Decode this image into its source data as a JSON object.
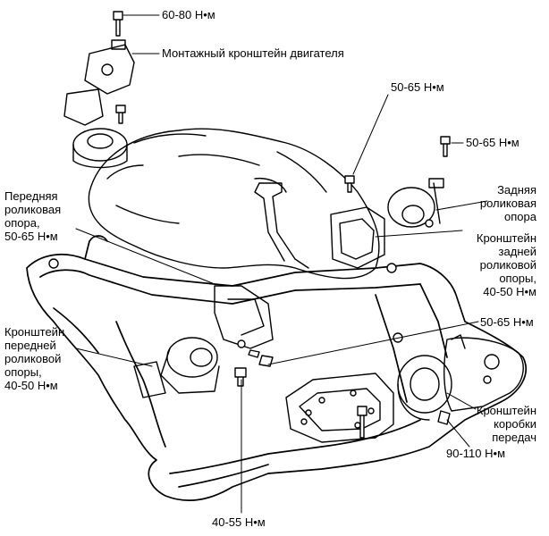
{
  "labels": {
    "torque_60_80": "60-80 Н•м",
    "engine_mount_bracket": "Монтажный кронштейн двигателя",
    "torque_top_center": "50-65 Н•м",
    "torque_top_right": "50-65 Н•м",
    "rear_roller_mount": [
      "Задняя",
      "роликовая",
      "опора"
    ],
    "rear_roller_bracket": [
      "Кронштейн",
      "задней",
      "роликовой",
      "опоры,",
      "40-50 Н•м"
    ],
    "front_roller_mount": [
      "Передняя",
      "роликовая",
      "опора,",
      "50-65 Н•м"
    ],
    "front_roller_bracket": [
      "Кронштейн",
      "передней",
      "роликовой",
      "опоры,",
      "40-50 Н•м"
    ],
    "torque_right_middle": "50-65 Н•м",
    "gearbox_bracket": [
      "Кронштейн",
      "коробки",
      "передач"
    ],
    "torque_90_110": "90-110 Н•м",
    "torque_40_55": "40-55 Н•м"
  },
  "colors": {
    "ink": "#000000",
    "paper": "#ffffff"
  }
}
